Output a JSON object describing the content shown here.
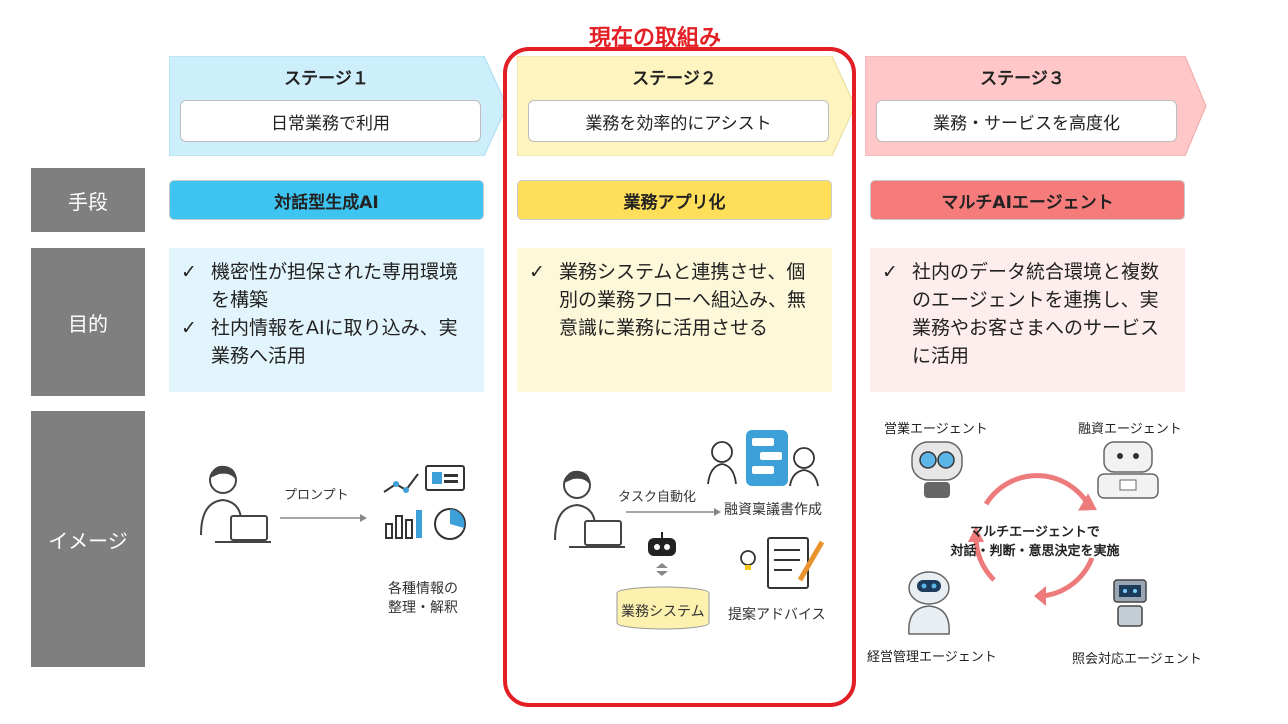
{
  "current_label": "現在の取組み",
  "rows": {
    "method": "手段",
    "purpose": "目的",
    "image": "イメージ"
  },
  "stages": [
    {
      "title": "ステージ１",
      "subtitle": "日常業務で利用",
      "method": "対話型生成AI",
      "purpose_items": [
        "機密性が担保された専用環境を構築",
        "社内情報をAIに取り込み、実業務へ活用"
      ]
    },
    {
      "title": "ステージ２",
      "subtitle": "業務を効率的にアシスト",
      "method": "業務アプリ化",
      "purpose_items": [
        "業務システムと連携させ、個別の業務フローへ組込み、無意識に業務に活用させる"
      ]
    },
    {
      "title": "ステージ３",
      "subtitle": "業務・サービスを高度化",
      "method": "マルチAIエージェント",
      "purpose_items": [
        "社内のデータ統合環境と複数のエージェントを連携し、実業務やお客さまへのサービスに活用"
      ]
    }
  ],
  "check_mark": "✓",
  "stage1_image": {
    "prompt_label": "プロンプト",
    "result_line1": "各種情報の",
    "result_line2": "整理・解釈"
  },
  "stage2_image": {
    "task_label": "タスク自動化",
    "doc_label": "融資稟議書作成",
    "system_label": "業務システム",
    "advice_label": "提案アドバイス"
  },
  "stage3_image": {
    "agent_sales": "営業エージェント",
    "agent_loan": "融資エージェント",
    "agent_mgmt": "経営管理エージェント",
    "agent_inquiry": "照会対応エージェント",
    "center_line1": "マルチエージェントで",
    "center_line2": "対話・判断・意思決定を実施"
  },
  "colors": {
    "stage1": "#cdeefb",
    "stage1_method": "#3ec4f1",
    "stage1_purpose": "#e3f5fc",
    "stage2": "#fdf4bf",
    "stage2_method": "#ffde5a",
    "stage2_purpose": "#fdf8d9",
    "stage3": "#ffc7c7",
    "stage3_method": "#f67b7b",
    "stage3_purpose": "#fdeded",
    "highlight": "#e31e24",
    "row_label": "#7f7f7f"
  }
}
